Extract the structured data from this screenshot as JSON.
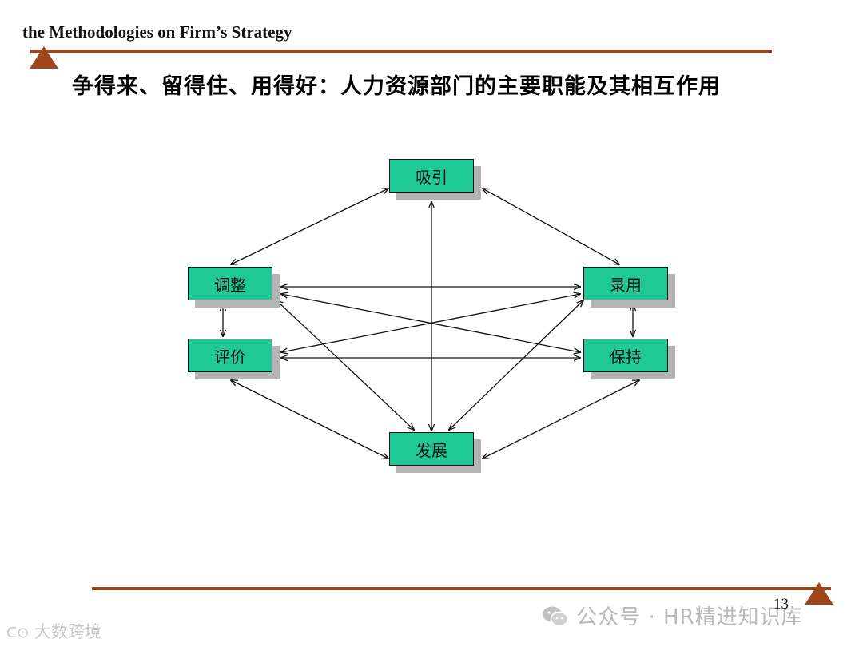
{
  "header": {
    "text": "the Methodologies on Firm’s Strategy"
  },
  "title": "争得来、留得住、用得好：人力资源部门的主要职能及其相互作用",
  "nodes": {
    "attract": "吸引",
    "hire": "录用",
    "adjust": "调整",
    "evaluate": "评价",
    "retain": "保持",
    "develop": "发展"
  },
  "footer": {
    "page_number": "13"
  },
  "watermarks": {
    "right": "公众号 · HR精进知识库",
    "left": "大数跨境"
  },
  "colors": {
    "accent": "#a0441a",
    "node_fill": "#1ec996",
    "shadow": "#b4b4b4"
  }
}
